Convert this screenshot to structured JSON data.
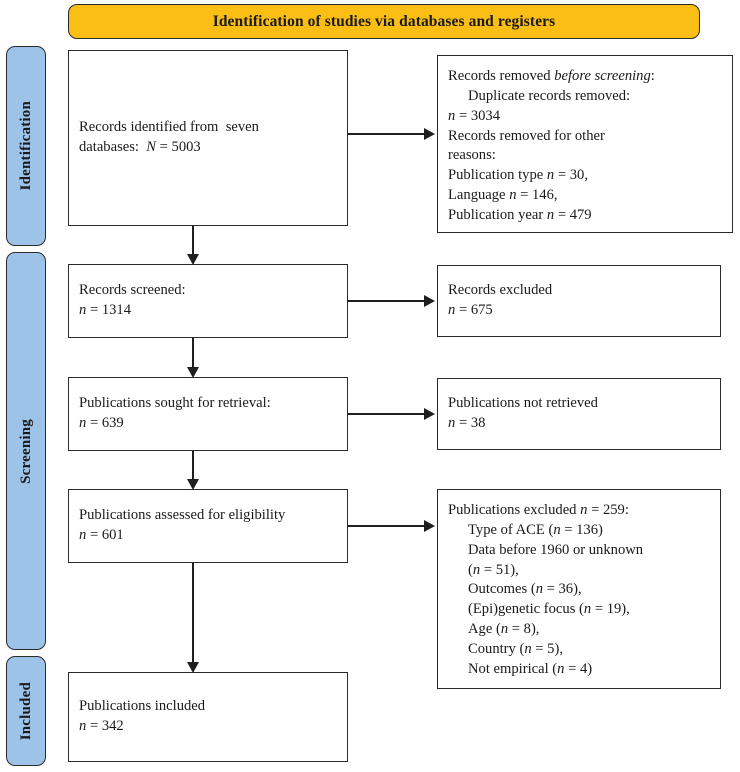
{
  "diagram": {
    "title": "Identification of studies via databases and registers",
    "colors": {
      "banner": "#fbbe14",
      "rail": "#9dc3e8",
      "stroke": "#2b2b2b",
      "box_fill": "#ffffff"
    }
  },
  "rails": [
    {
      "id": "identification",
      "label": "Identification"
    },
    {
      "id": "screening",
      "label": "Screening"
    },
    {
      "id": "included",
      "label": "Included"
    }
  ],
  "boxes": {
    "identified": {
      "lines": [
        "Records identified from  seven",
        "databases:  N = 5003"
      ],
      "line1_plain": "Records identified from  seven",
      "line2_prefix": "databases:  ",
      "line2_italic": "N",
      "line2_suffix": " = 5003"
    },
    "removed_before_screening": {
      "heading_prefix": "Records removed ",
      "heading_italic": "before screening",
      "heading_suffix": ":",
      "items": [
        {
          "text": "Duplicate records removed:",
          "indent": true,
          "italic_n": false
        },
        {
          "prefix": "",
          "italic": "n",
          "suffix": " = 3034",
          "indent": false
        },
        {
          "text": "Records removed for other",
          "indent": false
        },
        {
          "text": "reasons:",
          "indent": false
        },
        {
          "prefix": "Publication type ",
          "italic": "n",
          "suffix": " = 30,",
          "indent": false
        },
        {
          "prefix": "Language ",
          "italic": "n",
          "suffix": " = 146,",
          "indent": false
        },
        {
          "prefix": "Publication year ",
          "italic": "n",
          "suffix": " = 479",
          "indent": false
        }
      ]
    },
    "screened": {
      "line1": "Records screened:",
      "line2_italic": "n",
      "line2_suffix": " = 1314"
    },
    "records_excluded": {
      "line1": "Records excluded",
      "line2_italic": "n",
      "line2_suffix": " = 675"
    },
    "sought": {
      "line1": "Publications sought for retrieval:",
      "line2_italic": "n",
      "line2_suffix": " = 639"
    },
    "not_retrieved": {
      "line1": "Publications not retrieved",
      "line2_italic": "n",
      "line2_suffix": " = 38"
    },
    "assessed": {
      "line1": "Publications assessed for eligibility",
      "line2_italic": "n",
      "line2_suffix": " = 601"
    },
    "publications_excluded": {
      "heading_prefix": "Publications excluded ",
      "heading_italic": "n",
      "heading_suffix": " = 259:",
      "reasons": [
        {
          "prefix": "Type of ACE (",
          "italic": "n",
          "suffix": " = 136)"
        },
        {
          "prefix": "Data before 1960 or unknown",
          "italic": "",
          "suffix": ""
        },
        {
          "prefix": "(",
          "italic": "n",
          "suffix": " = 51),"
        },
        {
          "prefix": "Outcomes (",
          "italic": "n",
          "suffix": " = 36),"
        },
        {
          "prefix": "(Epi)genetic focus (",
          "italic": "n",
          "suffix": " = 19),"
        },
        {
          "prefix": "Age (",
          "italic": "n",
          "suffix": " = 8),"
        },
        {
          "prefix": "Country (",
          "italic": "n",
          "suffix": " = 5),"
        },
        {
          "prefix": "Not empirical (",
          "italic": "n",
          "suffix": " = 4)"
        }
      ]
    },
    "included": {
      "line1": "Publications included",
      "line2_italic": "n",
      "line2_suffix": " = 342"
    }
  }
}
